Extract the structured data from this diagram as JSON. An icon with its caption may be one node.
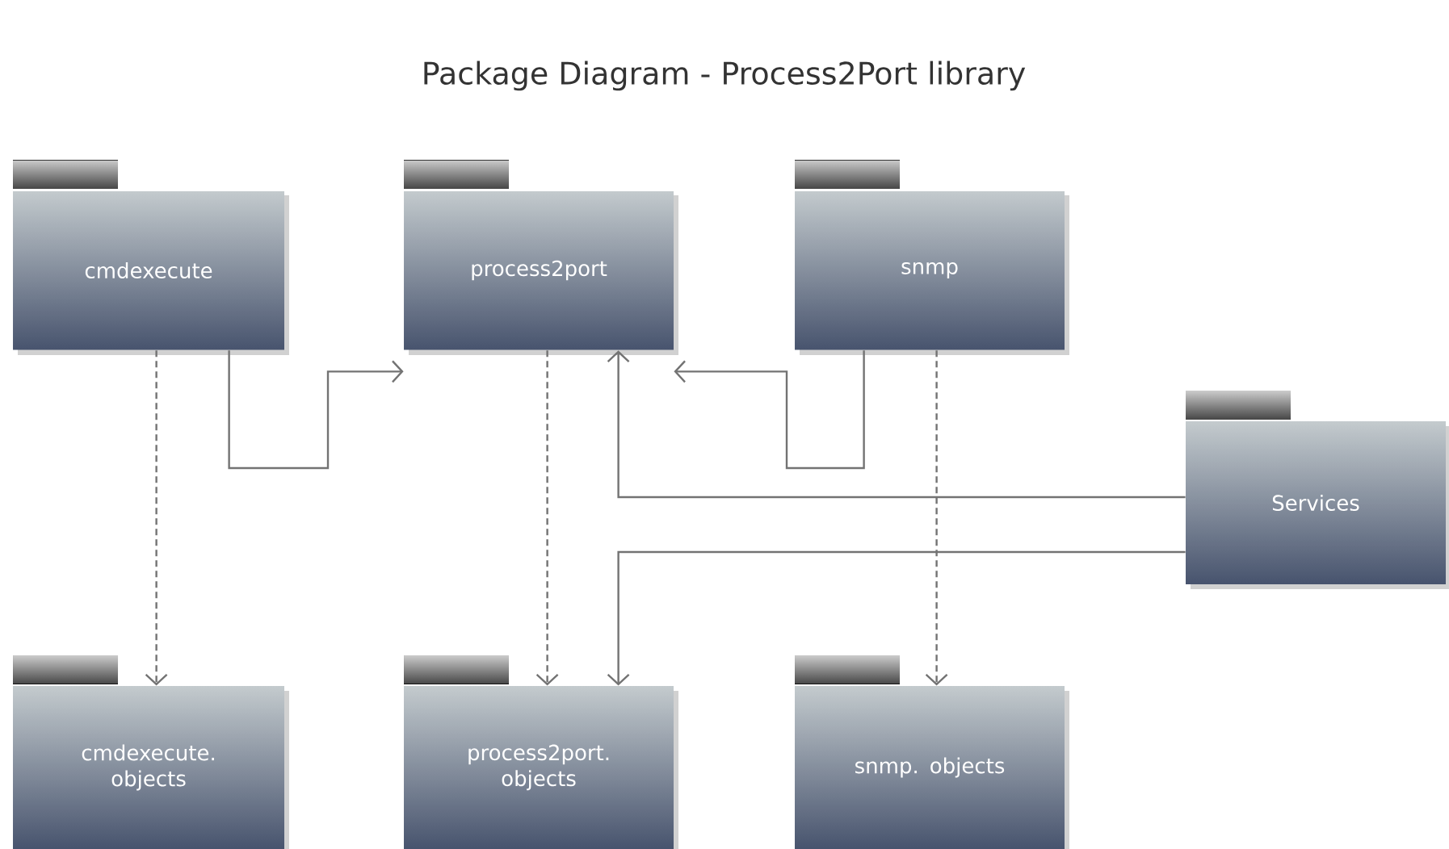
{
  "diagram": {
    "title": "Package Diagram - Process2Port library",
    "nodes": [
      {
        "text": [
          "cmdexecute"
        ]
      },
      {
        "text": [
          "process2port"
        ]
      },
      {
        "text": [
          "snmp"
        ]
      },
      {
        "text": [
          "Services"
        ]
      },
      {
        "text": [
          "cmdexecute. objects"
        ]
      },
      {
        "text": [
          "process2port. objects"
        ]
      },
      {
        "text": [
          "snmp. objects"
        ]
      }
    ],
    "edges": [
      {
        "from": 0,
        "to": 1,
        "arrow": "to"
      },
      {
        "from": 2,
        "to": 1,
        "arrow": "to"
      },
      {
        "from": 3,
        "to": 1,
        "arrow": "to"
      },
      {
        "from": 3,
        "to": 5,
        "arrow": "to"
      },
      {
        "from": 0,
        "to": 4,
        "arrow": "to",
        "style": "dashed"
      },
      {
        "from": 1,
        "to": 5,
        "arrow": "to",
        "style": "dashed"
      },
      {
        "from": 2,
        "to": 6,
        "arrow": "to",
        "style": "dashed"
      }
    ]
  }
}
